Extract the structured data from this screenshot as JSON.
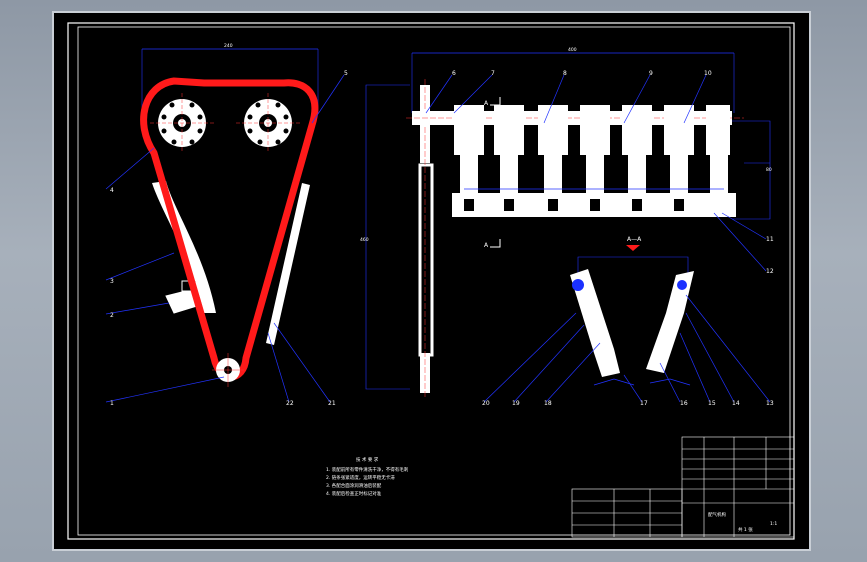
{
  "drawing": {
    "colors": {
      "background": "#000000",
      "linework": "#ffffff",
      "chain": "#ff1a1a",
      "leaders": "#2233ff",
      "centerlines": "#ff3333",
      "page": "#9aa4b0"
    },
    "part_numbers": [
      "1",
      "2",
      "3",
      "4",
      "5",
      "6",
      "7",
      "8",
      "9",
      "10",
      "11",
      "12",
      "13",
      "14",
      "15",
      "16",
      "17",
      "18",
      "19",
      "20",
      "21",
      "22"
    ],
    "section_markers": {
      "cut_top": "A",
      "cut_bottom": "A",
      "section_title": "A—A"
    },
    "notes_title": "技 术 要 求",
    "notes_lines": [
      "1. 装配前所有零件清洗干净，不得有毛刺",
      "2. 链条张紧适度，运转平稳无卡滞",
      "3. 各配合面涂润滑油后装配",
      "4. 装配后检查正时标记对准"
    ],
    "title_block": {
      "drawing_no": "配气机构",
      "scale": "1:1",
      "sheet": "共 1 张"
    }
  }
}
